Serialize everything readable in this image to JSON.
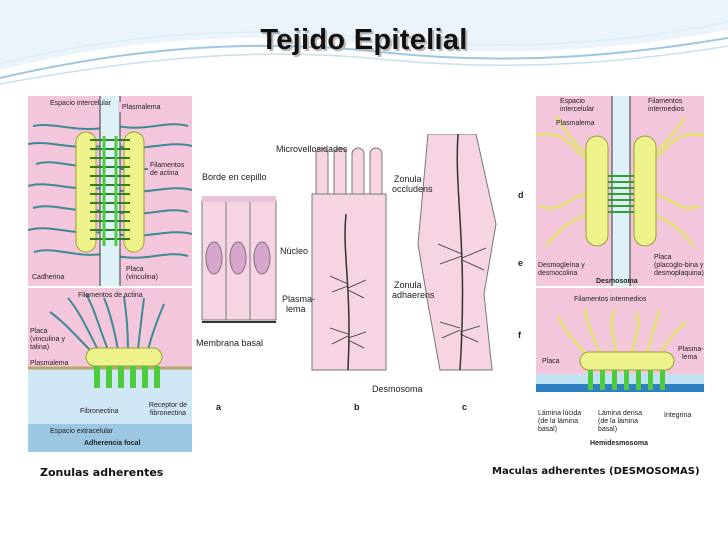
{
  "title": "Tejido Epitelial",
  "colors": {
    "pink": "#f4c6dc",
    "yellow": "#eef28a",
    "green": "#4ccb3c",
    "teal": "#3d8a93",
    "blue": "#a9d6ee",
    "dkblue": "#3b7fc4"
  },
  "panel_zonula": {
    "labels": {
      "espacio": "Espacio intercelular",
      "plasmalema": "Plasmalema",
      "filamentos": "Filamentos de actina",
      "cadherina": "Cadherina",
      "placa": "Placa (vinculina)"
    }
  },
  "panel_focal": {
    "labels": {
      "filamentos": "Filamentos de actina",
      "placa": "Placa (vinculina y talina)",
      "plasmalema": "Plasmalema",
      "fibronectina": "Fibronectina",
      "receptor": "Receptor de fibronectina",
      "extracelular": "Espacio extracelular",
      "titulo": "Adherencia focal"
    }
  },
  "panel_center": {
    "labels": {
      "microvellosidades": "Microvellosidades",
      "borde": "Borde en cepillo",
      "nucleo": "Núcleo",
      "plasma": "Plasma-",
      "lema": "lema",
      "membrana": "Membrana basal",
      "occludens1": "Zonula",
      "occludens2": "occludens",
      "adhaerens1": "Zonula",
      "adhaerens2": "adhaerens",
      "desmosoma": "Desmosoma",
      "a": "a",
      "b": "b",
      "c": "c",
      "d": "d",
      "e": "e",
      "f": "f"
    }
  },
  "panel_desmo": {
    "labels": {
      "espacio": "Espacio intercelular",
      "plasmalema": "Plasmalema",
      "filamentos": "Filamentos intermedios",
      "desmogleina": "Desmogleína y desmocolina",
      "desmosoma": "Desmosoma",
      "placa": "Placa (placoglo-bina y desmoplaquina)"
    }
  },
  "panel_hemi": {
    "labels": {
      "filamentos": "Filamentos intermedios",
      "placa": "Placa",
      "plasma1": "Plasma-",
      "plasma2": "lema",
      "lucida": "Lámina lúcida (de la lámina basal)",
      "densa": "Lámina densa (de la lámina basal)",
      "integrina": "Integrina",
      "titulo": "Hemidesmosoma"
    }
  },
  "captions": {
    "left": "Zonulas adherentes",
    "right": "Maculas adherentes (DESMOSOMAS)"
  }
}
